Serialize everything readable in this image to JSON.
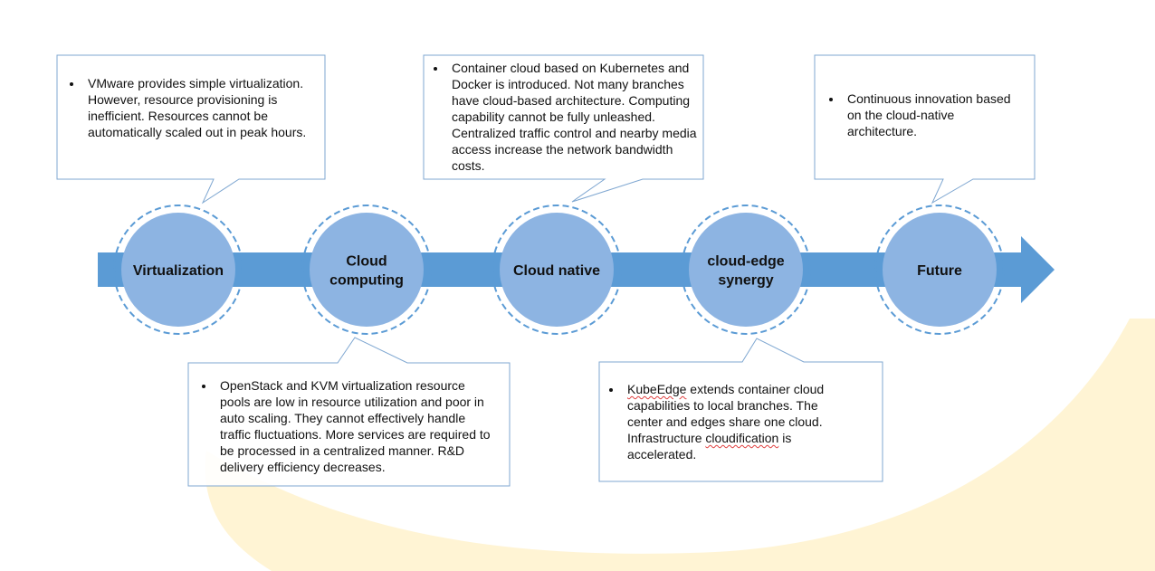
{
  "colors": {
    "arrow": "#5b9bd5",
    "node_fill": "#8db4e2",
    "dashed_ring": "#5b9bd5",
    "callout_border": "#7fa7d1",
    "swoosh": "#fff2cc"
  },
  "nodes": [
    {
      "id": "virtualization",
      "label_lines": [
        "Virtualization"
      ]
    },
    {
      "id": "cloud-computing",
      "label_lines": [
        "Cloud",
        "computing"
      ]
    },
    {
      "id": "cloud-native",
      "label_lines": [
        "Cloud native"
      ]
    },
    {
      "id": "cloud-edge-synergy",
      "label_lines": [
        "cloud-edge",
        "synergy"
      ]
    },
    {
      "id": "future",
      "label_lines": [
        "Future"
      ]
    }
  ],
  "callouts": [
    {
      "id": "virtualization",
      "text": "VMware provides simple virtualization. However, resource provisioning is inefficient. Resources cannot be automatically scaled out in peak hours."
    },
    {
      "id": "cloud-computing",
      "text": "OpenStack and KVM virtualization resource pools are low in resource utilization and poor in auto scaling. They cannot effectively handle traffic fluctuations. More services are required to be processed in a centralized manner. R&D delivery efficiency decreases."
    },
    {
      "id": "cloud-native",
      "text": "Container cloud based on Kubernetes and Docker is introduced. Not many branches have cloud-based architecture. Computing capability cannot be fully unleashed. Centralized traffic control and nearby media access increase the network bandwidth costs."
    },
    {
      "id": "cloud-edge-synergy",
      "parts": [
        {
          "text": "KubeEdge",
          "flag": "spelling"
        },
        {
          "text": " extends container cloud capabilities to local branches. The center and edges share one cloud. Infrastructure "
        },
        {
          "text": "cloudification",
          "flag": "spelling"
        },
        {
          "text": " is accelerated."
        }
      ]
    },
    {
      "id": "future",
      "text": "Continuous innovation based on the cloud-native architecture."
    }
  ]
}
